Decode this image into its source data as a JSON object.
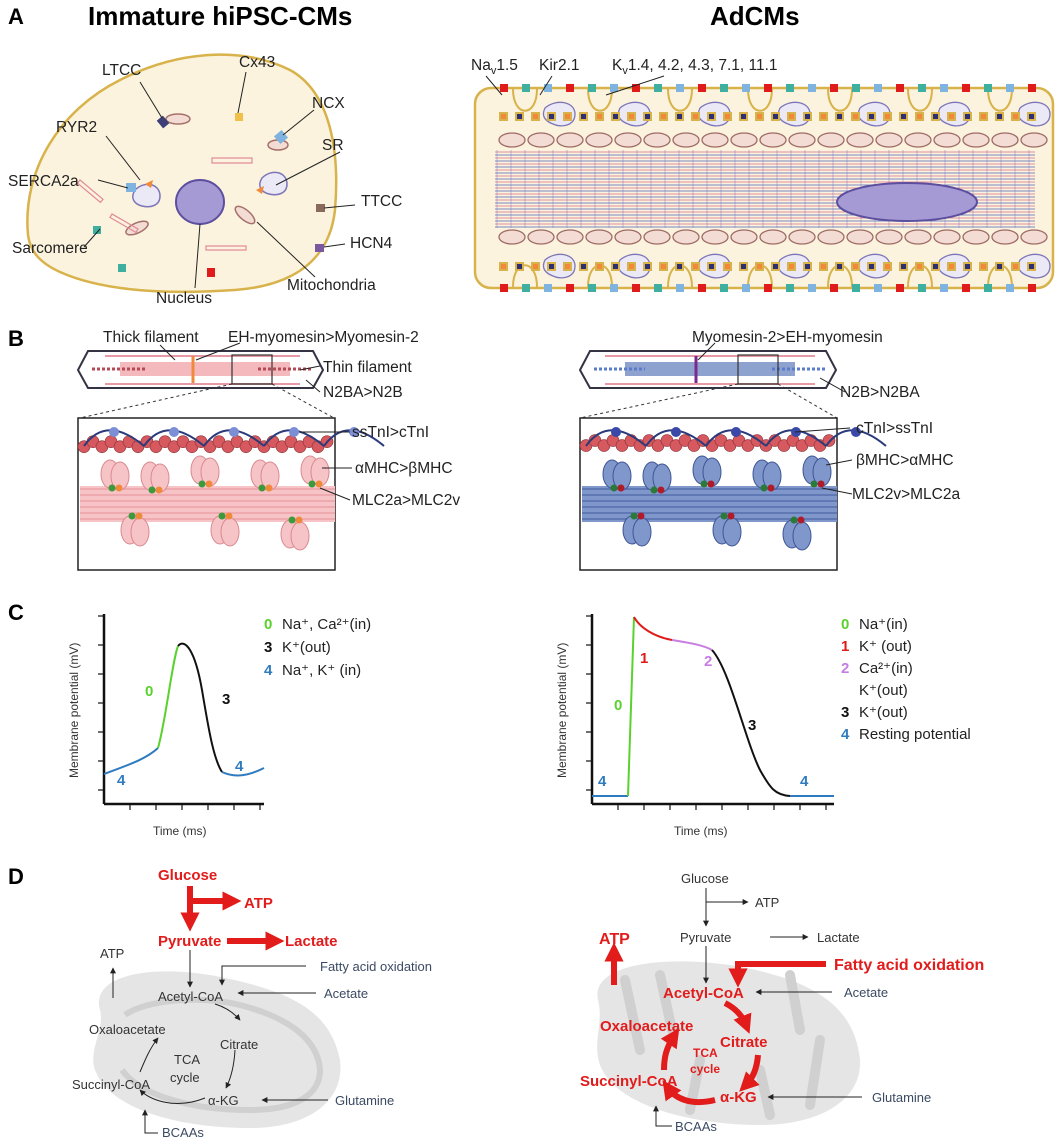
{
  "panelA": {
    "letter": "A",
    "left_title": "Immature hiPSC-CMs",
    "right_title": "AdCMs",
    "left_labels": {
      "ltcc": "LTCC",
      "cx43": "Cx43",
      "ncx": "NCX",
      "ryr2": "RYR2",
      "sr": "SR",
      "serca": "SERCA2a",
      "ttcc": "TTCC",
      "hcn4": "HCN4",
      "sarcomere": "Sarcomere",
      "nucleus": "Nucleus",
      "mito": "Mitochondria"
    },
    "right_labels": {
      "nav_base": "Na",
      "nav_sub": "v",
      "nav_rest": "1.5",
      "kir": "Kir2.1",
      "kv_base": "K",
      "kv_sub": "v",
      "kv_rest": "1.4, 4.2, 4.3, 7.1, 11.1"
    }
  },
  "panelB": {
    "letter": "B",
    "left": {
      "thick": "Thick filament",
      "myomesin": "EH-myomesin>Myomesin-2",
      "thin": "Thin filament",
      "titin": "N2BA>N2B",
      "tni": "ssTnI>cTnI",
      "mhc": "αMHC>βMHC",
      "mlc": "MLC2a>MLC2v"
    },
    "right": {
      "myomesin": "Myomesin-2>EH-myomesin",
      "titin": "N2B>N2BA",
      "tni": "cTnI>ssTnI",
      "mhc": "βMHC>αMHC",
      "mlc": "MLC2v>MLC2a"
    },
    "colors": {
      "immature": "#f4b8bd",
      "mature": "#7b93c7"
    }
  },
  "panelC": {
    "letter": "C",
    "ylabel": "Membrane potential (mV)",
    "xlabel": "Time (ms)",
    "left_legend": [
      {
        "num": "0",
        "text": "Na⁺, Ca²⁺(in)",
        "color": "#5bd12e"
      },
      {
        "num": "3",
        "text": "K⁺(out)",
        "color": "#111111"
      },
      {
        "num": "4",
        "text": "Na⁺, K⁺ (in)",
        "color": "#2f7bbf"
      }
    ],
    "right_legend": [
      {
        "num": "0",
        "text": "Na⁺(in)",
        "color": "#5bd12e"
      },
      {
        "num": "1",
        "text": "K⁺ (out)",
        "color": "#e01b1b"
      },
      {
        "num": "2",
        "text": "Ca²⁺(in)",
        "color": "#c77ee0"
      },
      {
        "num": "",
        "text": "K⁺(out)",
        "color": "#111111"
      },
      {
        "num": "3",
        "text": "K⁺(out)",
        "color": "#111111"
      },
      {
        "num": "4",
        "text": "Resting potential",
        "color": "#2f7bbf"
      }
    ],
    "left_phase_labels": {
      "p0": "0",
      "p3": "3",
      "p4a": "4",
      "p4b": "4"
    },
    "right_phase_labels": {
      "p0": "0",
      "p1": "1",
      "p2": "2",
      "p3": "3",
      "p4a": "4",
      "p4b": "4"
    }
  },
  "panelD": {
    "letter": "D",
    "left": {
      "glucose": "Glucose",
      "atp1": "ATP",
      "pyruvate": "Pyruvate",
      "lactate": "Lactate",
      "atp2": "ATP",
      "fao": "Fatty acid oxidation",
      "acetylcoa": "Acetyl-CoA",
      "acetate": "Acetate",
      "oxaloacetate": "Oxaloacetate",
      "citrate": "Citrate",
      "tca1": "TCA",
      "tca2": "cycle",
      "succinyl": "Succinyl-CoA",
      "akg": "α-KG",
      "glutamine": "Glutamine",
      "bcaa": "BCAAs"
    },
    "right": {
      "glucose": "Glucose",
      "atp1": "ATP",
      "pyruvate": "Pyruvate",
      "lactate": "Lactate",
      "atp2": "ATP",
      "fao": "Fatty acid oxidation",
      "acetylcoa": "Acetyl-CoA",
      "acetate": "Acetate",
      "oxaloacetate": "Oxaloacetate",
      "citrate": "Citrate",
      "tca1": "TCA",
      "tca2": "cycle",
      "succinyl": "Succinyl-CoA",
      "akg": "α-KG",
      "glutamine": "Glutamine",
      "bcaa": "BCAAs"
    },
    "colors": {
      "emphasis": "#e21b1b",
      "mito": "#e5e5e5"
    }
  }
}
